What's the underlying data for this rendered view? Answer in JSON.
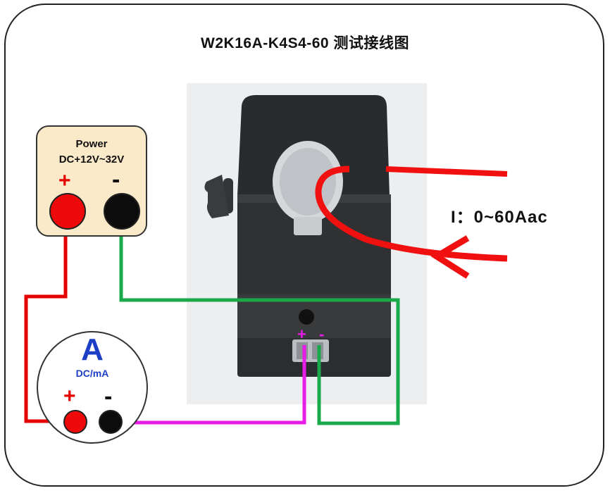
{
  "title": "W2K16A-K4S4-60  测试接线图",
  "power_supply": {
    "title": "Power",
    "range": "DC+12V~32V",
    "plus": "+",
    "minus": "-"
  },
  "ammeter": {
    "symbol": "A",
    "unit": "DC/mA",
    "plus": "+",
    "minus": "-"
  },
  "sensor": {
    "plus": "+",
    "minus": "-"
  },
  "current_label": "I：0~60Aac",
  "colors": {
    "red_wire": "#e60000",
    "green_wire": "#19a84a",
    "magenta_wire": "#e81ce8",
    "meter_text": "#1d3ec7",
    "power_box": "#fbeac9"
  }
}
